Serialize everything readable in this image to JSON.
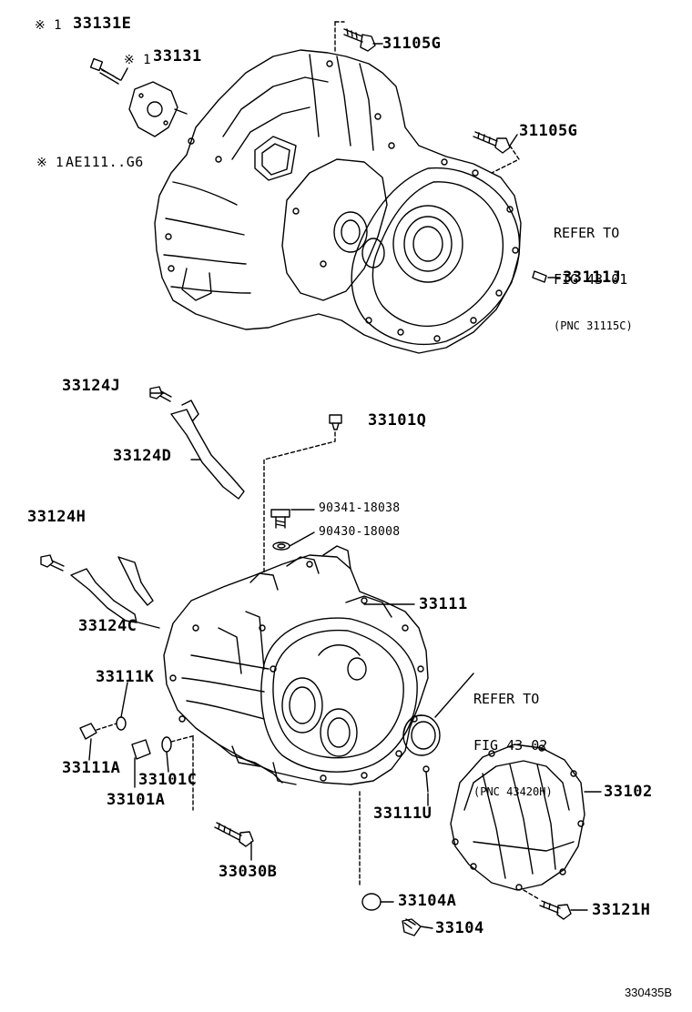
{
  "labels": {
    "p33131E": "33131E",
    "p33131": "33131",
    "note_mark_1": "※ 1",
    "note_mark_2": "※ 1",
    "note_mark_3": "※ 1",
    "note_ae": "AE111..G6",
    "p31105G_top": "31105G",
    "p31105G_mid": "31105G",
    "p33111J": "33111J",
    "ref1_l1": "REFER TO",
    "ref1_l2": "FIG 43-01",
    "ref1_l3": "(PNC 31115C)",
    "p33124J": "33124J",
    "p33101Q": "33101Q",
    "p33124D": "33124D",
    "p90341": "90341-18038",
    "p90430": "90430-18008",
    "p33124H": "33124H",
    "p33111": "33111",
    "p33124C": "33124C",
    "ref2_l1": "REFER TO",
    "ref2_l2": "FIG 43-02",
    "ref2_l3": "(PNC 43420H)",
    "p33111K": "33111K",
    "p33111A": "33111A",
    "p33101C": "33101C",
    "p33101A": "33101A",
    "p33111U": "33111U",
    "p33102": "33102",
    "p33030B": "33030B",
    "p33104A": "33104A",
    "p33121H": "33121H",
    "p33104": "33104",
    "diagram_code": "330435B"
  }
}
